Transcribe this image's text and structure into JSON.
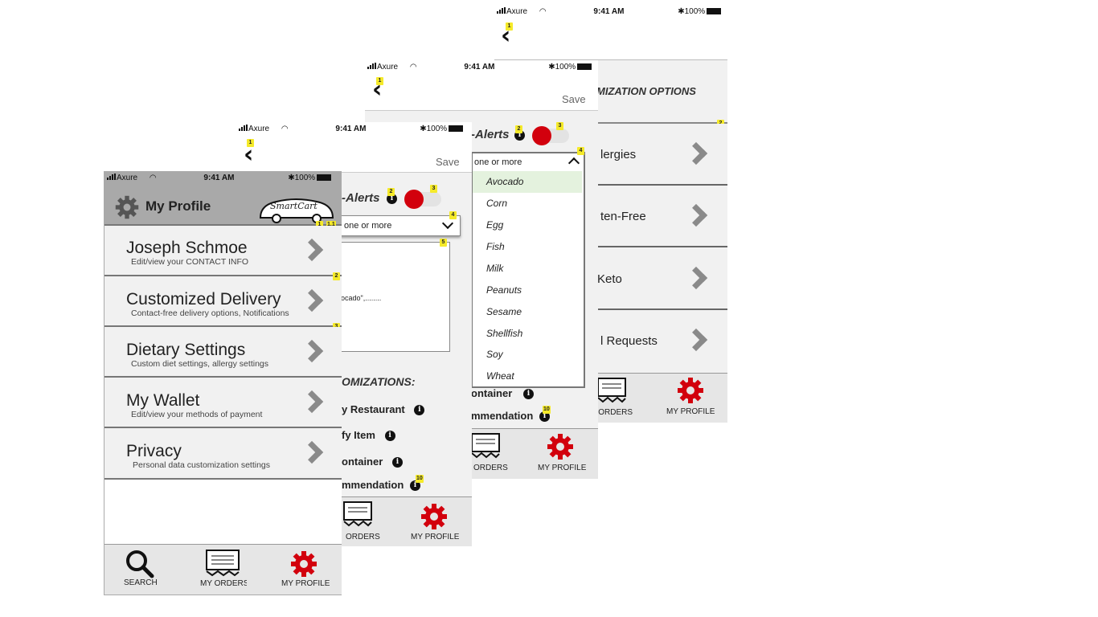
{
  "status": {
    "carrier": "Axure",
    "time": "9:41 AM",
    "battery": "100%"
  },
  "screen4": {
    "header": "MIZATION OPTIONS",
    "rows": [
      "lergies",
      "ten-Free",
      "Keto",
      "l Requests"
    ],
    "tabs": {
      "orders": "Y ORDERS",
      "profile": "MY PROFILE"
    },
    "tags": {
      "back": "1",
      "rows": "2"
    }
  },
  "screen3": {
    "save": "Save",
    "alerts_label": "-Alerts",
    "dropdown_value": "one or more",
    "options": [
      "Avocado",
      "Corn",
      "Egg",
      "Fish",
      "Milk",
      "Peanuts",
      "Sesame",
      "Shellfish",
      "Soy",
      "Wheat"
    ],
    "selected_option": "Avocado",
    "items": [
      "ontainer",
      "mmendation"
    ],
    "tabs": {
      "orders": "ORDERS",
      "profile": "MY PROFILE"
    },
    "tags": {
      "back": "1",
      "info": "2",
      "toggle": "3",
      "dropdown": "4",
      "rec": "10"
    }
  },
  "screen2": {
    "save": "Save",
    "alerts_label": "-Alerts",
    "dropdown_value": "one or more",
    "text_snippet": "ocado\",........",
    "section": "OMIZATIONS:",
    "items": [
      "y Restaurant",
      "fy Item",
      "ontainer",
      "mmendation"
    ],
    "tabs": {
      "orders": "ORDERS",
      "profile": "MY PROFILE"
    },
    "tags": {
      "back": "1",
      "info": "2",
      "toggle": "3",
      "dropdown": "4",
      "textarea": "5",
      "rec": "10"
    }
  },
  "screen1": {
    "title": "My Profile",
    "logo_text": "SmartCart",
    "rows": [
      {
        "title": "Joseph Schmoe",
        "sub": "Edit/view your CONTACT INFO"
      },
      {
        "title": "Customized Delivery",
        "sub": "Contact-free delivery options, Notifications"
      },
      {
        "title": "Dietary Settings",
        "sub": "Custom diet settings, allergy settings"
      },
      {
        "title": "My Wallet",
        "sub": "Edit/view your methods of payment"
      },
      {
        "title": "Privacy",
        "sub": "Personal data customization settings"
      }
    ],
    "tabs": {
      "search": "SEARCH",
      "orders": "MY ORDERS",
      "profile": "MY PROFILE"
    },
    "tags": {
      "a": "1",
      "b": "1.1",
      "c": "2",
      "d": "3"
    }
  },
  "colors": {
    "accent": "#d2000d",
    "header_gray": "#a9a9a9",
    "panel": "#f1f1f1",
    "tag": "#f5ea2a"
  }
}
